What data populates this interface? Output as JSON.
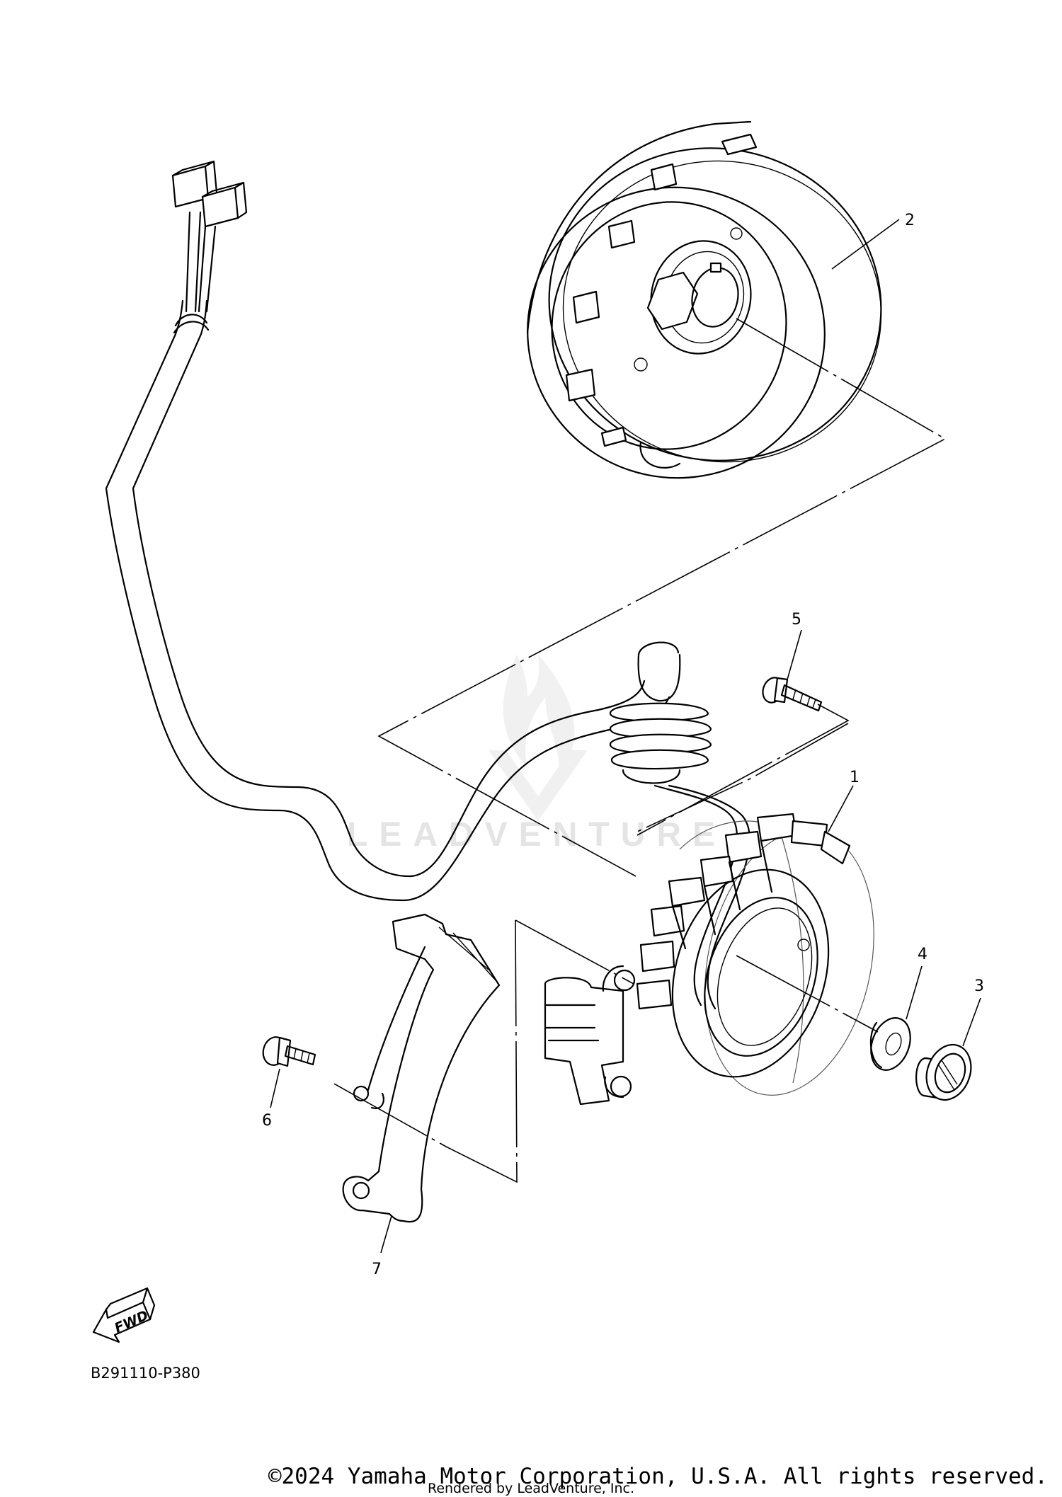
{
  "diagram": {
    "callouts": [
      {
        "id": "1",
        "label": "1"
      },
      {
        "id": "2",
        "label": "2"
      },
      {
        "id": "3",
        "label": "3"
      },
      {
        "id": "4",
        "label": "4"
      },
      {
        "id": "5",
        "label": "5"
      },
      {
        "id": "6",
        "label": "6"
      },
      {
        "id": "7",
        "label": "7"
      }
    ],
    "fwd_label": "FWD",
    "part_code": "B291110-P380"
  },
  "watermark": {
    "brand": "LEADVENTURE"
  },
  "footer": {
    "copyright": "©2024 Yamaha Motor Corporation, U.S.A. All rights reserved.",
    "rendered_by": "Rendered by LeadVenture, Inc."
  }
}
